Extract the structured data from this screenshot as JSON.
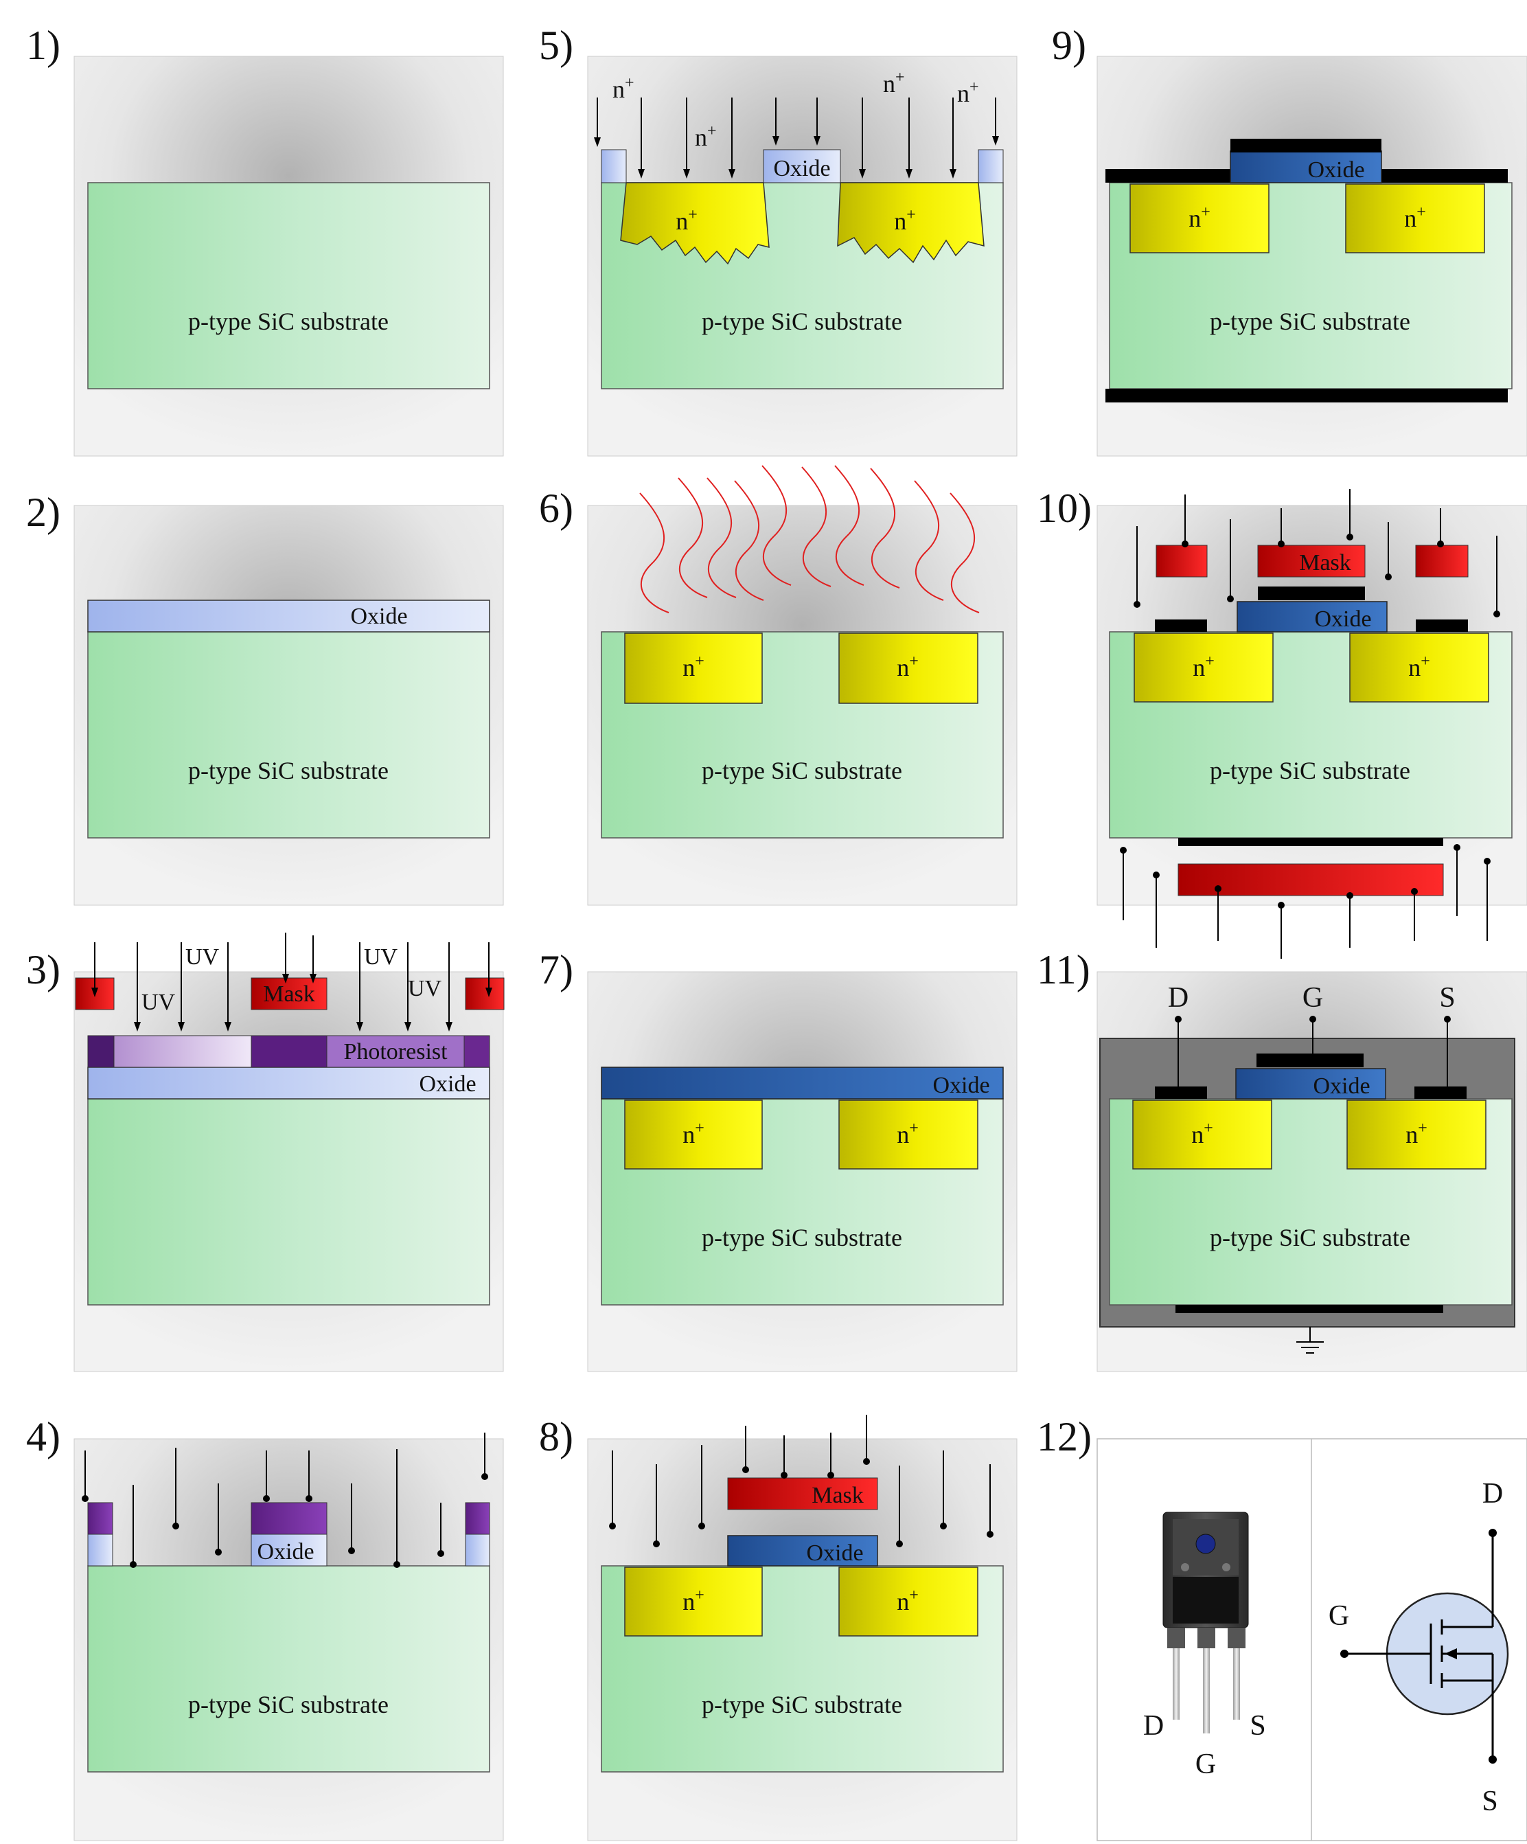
{
  "steps": [
    {
      "number": "1)"
    },
    {
      "number": "2)"
    },
    {
      "number": "3)"
    },
    {
      "number": "4)"
    },
    {
      "number": "5)"
    },
    {
      "number": "6)"
    },
    {
      "number": "7)"
    },
    {
      "number": "8)"
    },
    {
      "number": "9)"
    },
    {
      "number": "10)"
    },
    {
      "number": "11)"
    },
    {
      "number": "12)"
    }
  ],
  "labels": {
    "substrate": "p-type SiC substrate",
    "oxide": "Oxide",
    "photoresist": "Photoresist",
    "mask": "Mask",
    "uv": "UV",
    "n": "n",
    "plus": "+"
  },
  "terminals": {
    "drain": "D",
    "gate": "G",
    "source": "S"
  },
  "colors": {
    "substrate": "#b8e6c4",
    "oxide_light": "#c8d4f4",
    "oxide_dark": "#2c5fa8",
    "n_plus": "#e6e000",
    "mask": "#dd0000",
    "photoresist": "#7a2fa0",
    "heat": "#e02020",
    "metal": "#000000"
  }
}
